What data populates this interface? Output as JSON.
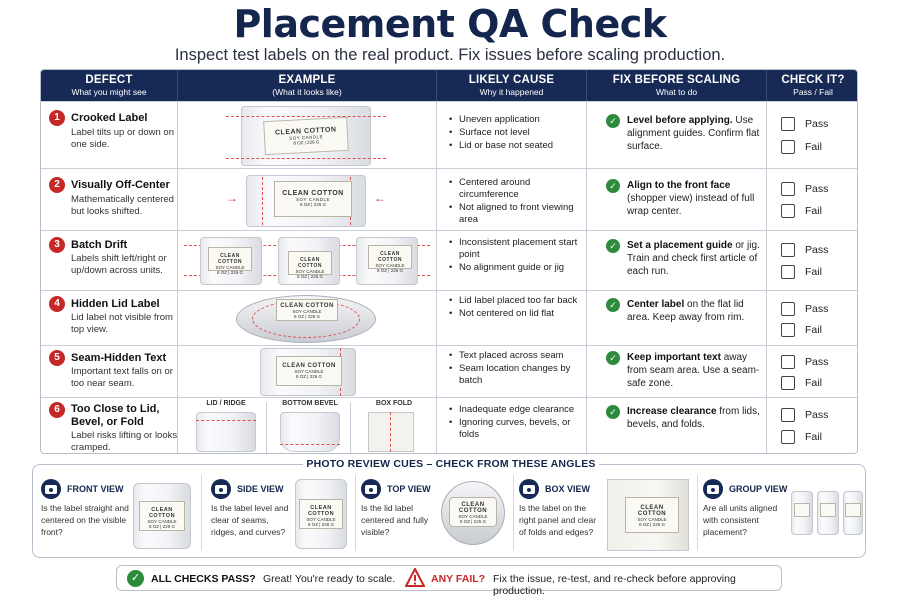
{
  "title": "Placement QA Check",
  "subtitle": "Inspect test labels on the real product. Fix issues before scaling production.",
  "headers": [
    {
      "t1": "DEFECT",
      "t2": "What you might see"
    },
    {
      "t1": "EXAMPLE",
      "t2": "(What it looks like)"
    },
    {
      "t1": "LIKELY CAUSE",
      "t2": "Why it happened"
    },
    {
      "t1": "FIX BEFORE SCALING",
      "t2": "What to do"
    },
    {
      "t1": "CHECK IT?",
      "t2": "Pass / Fail"
    }
  ],
  "label": {
    "brand": "CLEAN COTTON",
    "sub": "SOY CANDLE",
    "size": "8 OZ | 226 G"
  },
  "pass_label": "Pass",
  "fail_label": "Fail",
  "rows": [
    {
      "num": "1",
      "name": "Crooked Label",
      "desc": "Label tilts up or down on one side.",
      "causes": [
        "Uneven application",
        "Surface not level",
        "Lid or base not seated"
      ],
      "fix_bold": "Level before applying.",
      "fix_rest": "Use alignment guides. Confirm flat surface."
    },
    {
      "num": "2",
      "name": "Visually Off-Center",
      "desc": "Mathematically centered but looks shifted.",
      "causes": [
        "Centered around circumference",
        "Not aligned to front viewing area"
      ],
      "fix_bold": "Align to the front face",
      "fix_rest": "(shopper view) instead of full wrap center."
    },
    {
      "num": "3",
      "name": "Batch Drift",
      "desc": "Labels shift left/right or up/down across units.",
      "causes": [
        "Inconsistent placement start point",
        "No alignment guide or jig"
      ],
      "fix_bold": "Set a placement guide",
      "fix_rest": "or jig. Train and check first article of each run."
    },
    {
      "num": "4",
      "name": "Hidden Lid Label",
      "desc": "Lid label not visible from top view.",
      "causes": [
        "Lid label placed too far back",
        "Not centered on lid flat"
      ],
      "fix_bold": "Center label",
      "fix_rest": "on the flat lid area. Keep away from rim."
    },
    {
      "num": "5",
      "name": "Seam-Hidden Text",
      "desc": "Important text falls on or too near seam.",
      "causes": [
        "Text placed across seam",
        "Seam location changes by batch"
      ],
      "fix_bold": "Keep important text",
      "fix_rest": "away from seam area. Use a seam-safe zone."
    },
    {
      "num": "6",
      "name": "Too Close to Lid, Bevel, or Fold",
      "desc": "Label risks lifting or looks cramped.",
      "causes": [
        "Inadequate edge clearance",
        "Ignoring curves, bevels, or folds"
      ],
      "fix_bold": "Increase clearance",
      "fix_rest": "from lids, bevels, and folds."
    }
  ],
  "row6_heads": [
    "LID / RIDGE",
    "BOTTOM BEVEL",
    "BOX FOLD"
  ],
  "photo": {
    "title": "PHOTO REVIEW CUES – CHECK FROM THESE ANGLES",
    "cues": [
      {
        "title": "FRONT VIEW",
        "text": "Is the label straight and centered on the visible front?"
      },
      {
        "title": "SIDE VIEW",
        "text": "Is the label level and clear of seams, ridges, and curves?"
      },
      {
        "title": "TOP VIEW",
        "text": "Is the lid label centered and fully visible?"
      },
      {
        "title": "BOX VIEW",
        "text": "Is the label on the right panel and clear of folds and edges?"
      },
      {
        "title": "GROUP VIEW",
        "text": "Are all units aligned with consistent placement?"
      }
    ]
  },
  "footer": {
    "pass_bold": "ALL CHECKS PASS?",
    "pass_text": "Great! You're ready to scale.",
    "fail_bold": "ANY FAIL?",
    "fail_text": "Fix the issue, re-test, and re-check before approving production."
  },
  "colors": {
    "navy": "#162a55",
    "red": "#c62828",
    "green": "#2e8b3d"
  }
}
